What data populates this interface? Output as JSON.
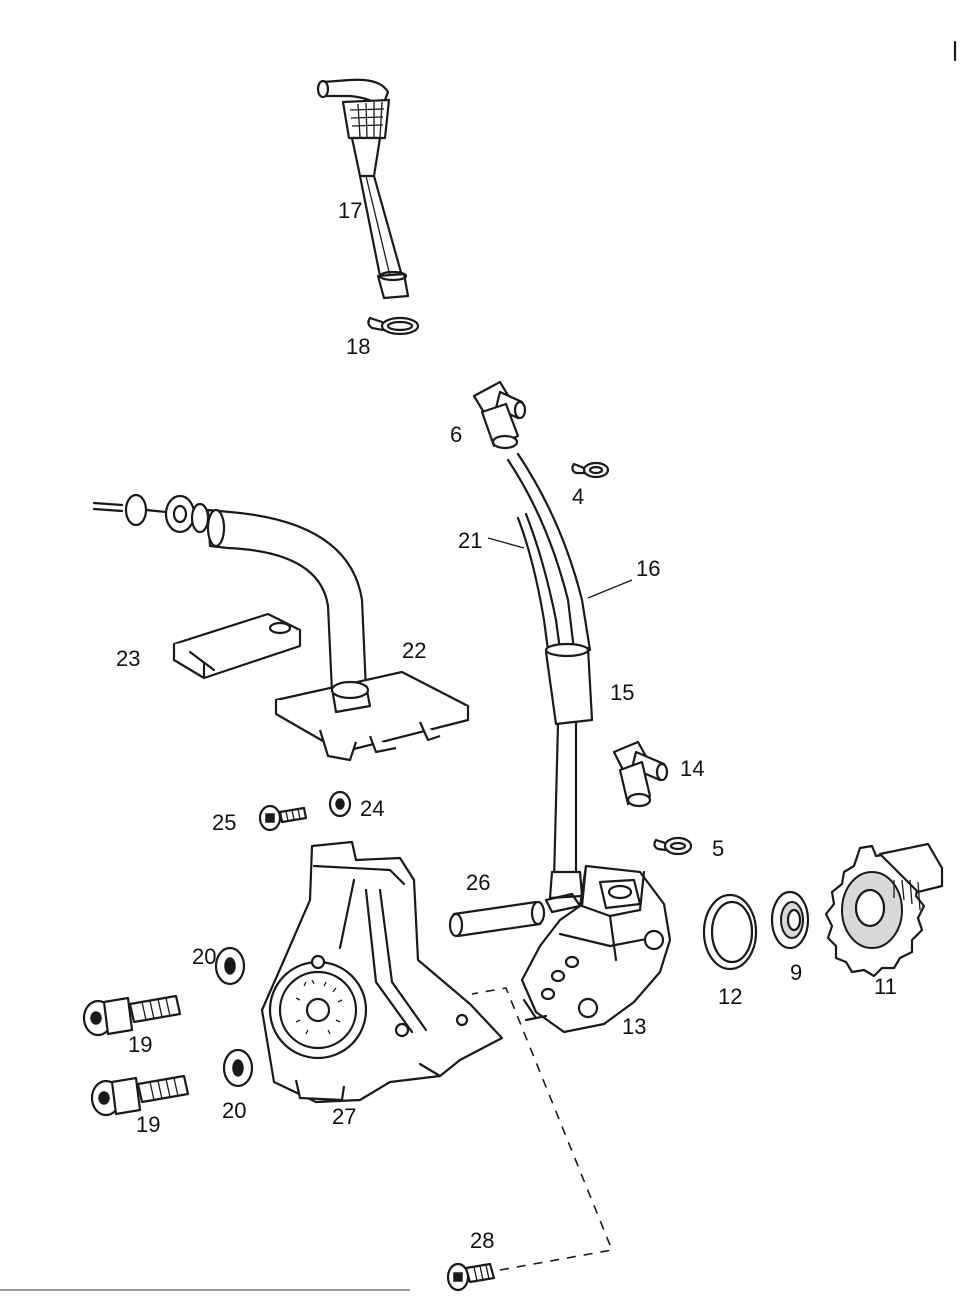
{
  "labels": {
    "p4": "4",
    "p5": "5",
    "p6": "6",
    "p9": "9",
    "p11": "11",
    "p12": "12",
    "p13": "13",
    "p14": "14",
    "p15": "15",
    "p16": "16",
    "p17": "17",
    "p18": "18",
    "p19a": "19",
    "p19b": "19",
    "p20a": "20",
    "p20b": "20",
    "p21": "21",
    "p22": "22",
    "p23": "23",
    "p24": "24",
    "p25": "25",
    "p26": "26",
    "p27": "27",
    "p28": "28"
  }
}
